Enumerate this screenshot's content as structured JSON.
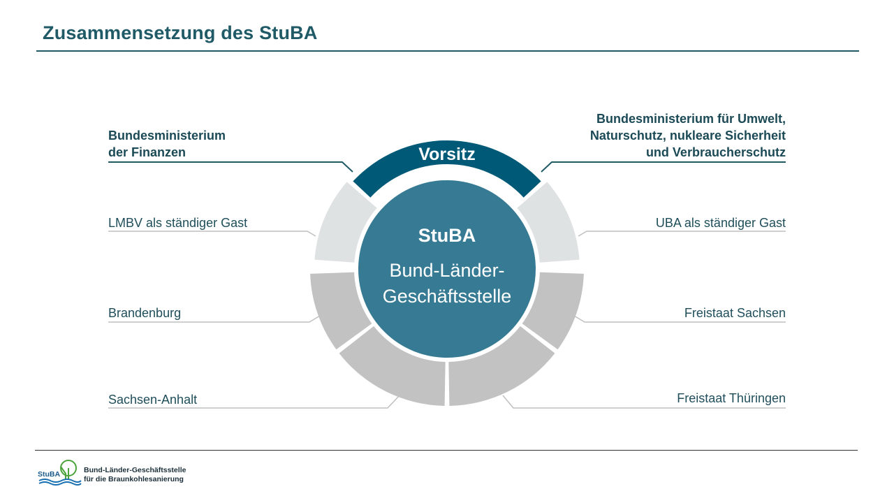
{
  "slide": {
    "title": "Zusammensetzung des StuBA"
  },
  "center": {
    "heading": "StuBA",
    "line1": "Bund-Länder-",
    "line2": "Geschäftsstelle"
  },
  "ring": {
    "top_label": "Vorsitz"
  },
  "labels": {
    "left_top_1": "Bundesministerium",
    "left_top_2": "der Finanzen",
    "right_top_1": "Bundesministerium für Umwelt,",
    "right_top_2": "Naturschutz, nukleare Sicherheit",
    "right_top_3": "und Verbraucherschutz",
    "left_1": "LMBV als ständiger Gast",
    "left_2": "Brandenburg",
    "left_3": "Sachsen-Anhalt",
    "right_1": "UBA als ständiger Gast",
    "right_2": "Freistaat Sachsen",
    "right_3": "Freistaat Thüringen"
  },
  "logo": {
    "word": "StuBA",
    "line1": "Bund-Länder-Geschäftsstelle",
    "line2": "für die Braunkohlesanierung"
  },
  "colors": {
    "chair": "#005a77",
    "center": "#367b93",
    "guest": "#dfe2e3",
    "member": "#c2c2c2",
    "text": "#1f4e5a"
  }
}
